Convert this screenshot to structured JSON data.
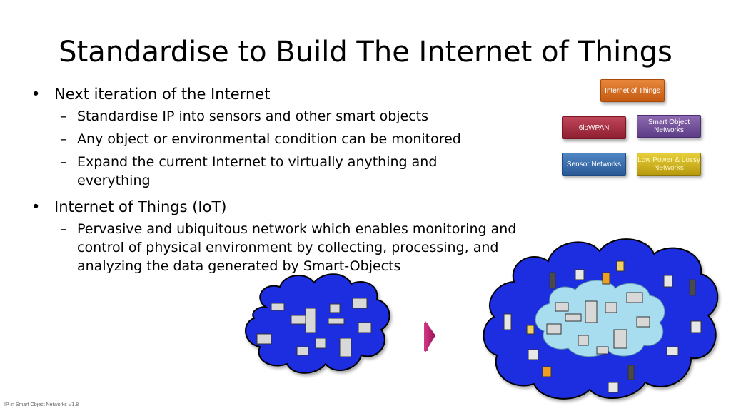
{
  "slide": {
    "title": "Standardise to Build The Internet of Things",
    "footer": "IP in Smart Object Networks V1.8"
  },
  "bullets": [
    {
      "text": "Next iteration of the Internet",
      "sub": [
        "Standardise IP into sensors and other smart objects",
        "Any object or environmental condition can be monitored",
        "Expand the current Internet to virtually anything and everything"
      ]
    },
    {
      "text": "Internet of Things (IoT)",
      "sub": [
        "Pervasive and ubiquitous network which enables monitoring and control of physical environment by collecting, processing, and analyzing the data generated by Smart-Objects"
      ]
    }
  ],
  "bullet_marks": {
    "level1": "•",
    "level2": "–"
  },
  "diagram": {
    "internet_of_things": "Internet of Things",
    "sixlowpan": "6loWPAN",
    "smart_object_networks": "Smart Object Networks",
    "sensor_networks": "Sensor Networks",
    "low_power_lossy": "Low Power & Lossy Networks"
  },
  "colors": {
    "cloud_blue": "#1a2fe0",
    "cloud_inner": "#a8dcef",
    "arrow": "#b0166b"
  }
}
